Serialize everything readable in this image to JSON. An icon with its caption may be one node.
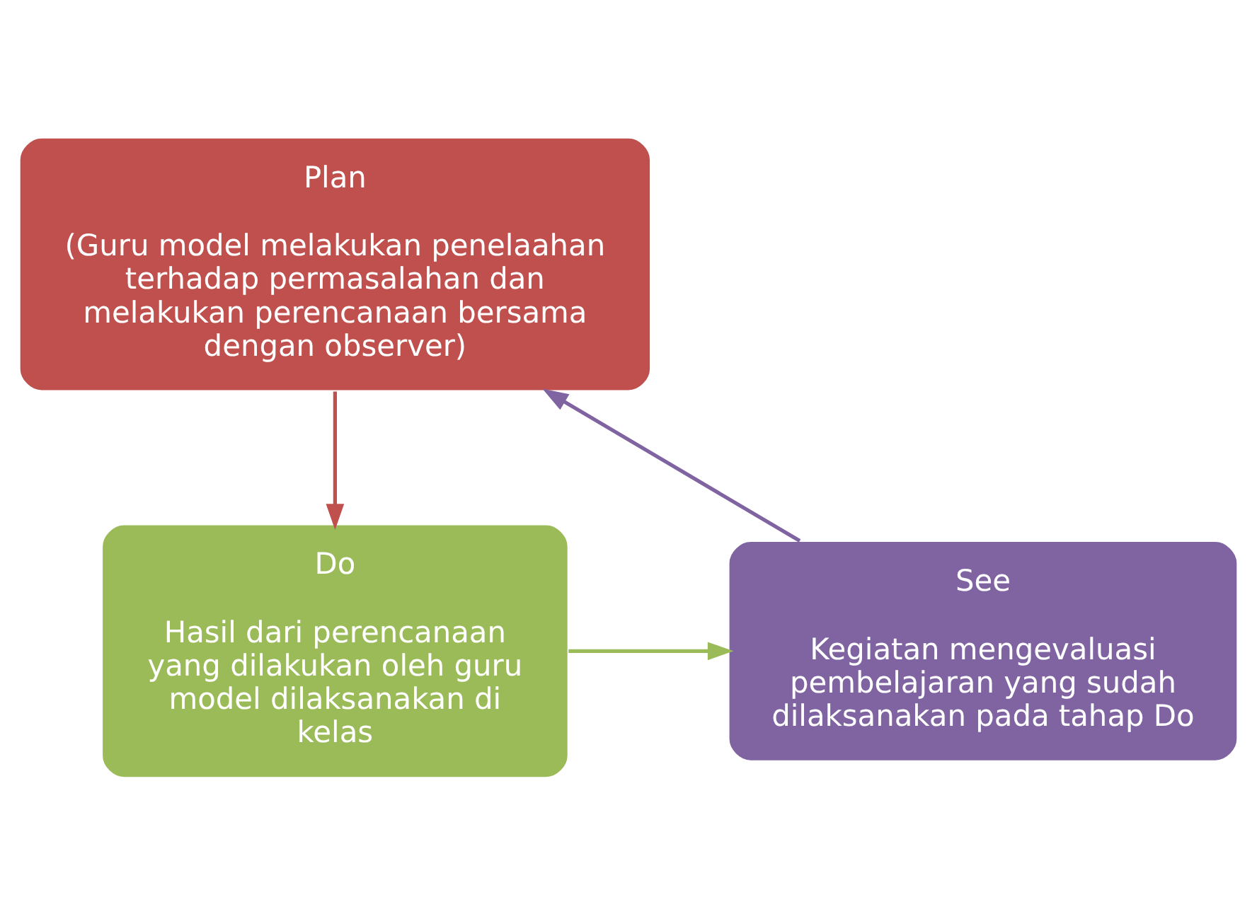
{
  "diagram": {
    "nodes": [
      {
        "text": [
          "Plan",
          "(Guru model melakukan penelaahan terhadap permasalahan dan melakukan perencanaan bersama dengan observer)"
        ]
      },
      {
        "text": [
          "Do",
          "Hasil dari perencanaan yang dilakukan oleh guru model dilaksanakan di kelas"
        ]
      },
      {
        "text": [
          "See",
          "Kegiatan mengevaluasi pembelajaran yang sudah dilaksanakan pada tahap Do"
        ]
      }
    ],
    "edges": [
      {
        "from": 0,
        "to": 1,
        "arrow": "to",
        "color": "#c0504d"
      },
      {
        "from": 1,
        "to": 2,
        "arrow": "to",
        "color": "#9bbb59"
      },
      {
        "from": 2,
        "to": 0,
        "arrow": "to",
        "color": "#8064a2"
      }
    ]
  }
}
